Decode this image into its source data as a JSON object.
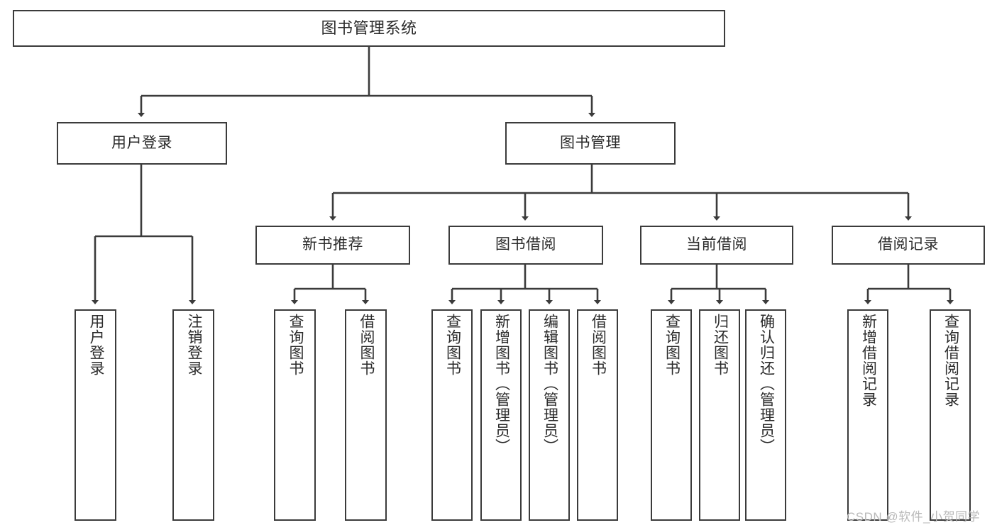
{
  "diagram": {
    "title": "图书管理系统",
    "type": "tree-hierarchy-chart",
    "root": {
      "label": "图书管理系统"
    },
    "level2": [
      {
        "label": "用户登录"
      },
      {
        "label": "图书管理"
      }
    ],
    "level3": [
      {
        "label": "新书推荐"
      },
      {
        "label": "图书借阅"
      },
      {
        "label": "当前借阅"
      },
      {
        "label": "借阅记录"
      }
    ],
    "leaves": {
      "user_login": [
        {
          "label": "用户登录"
        },
        {
          "label": "注销登录"
        }
      ],
      "new_book_recommend": [
        {
          "label": "查询图书"
        },
        {
          "label": "借阅图书"
        }
      ],
      "book_borrow": [
        {
          "label": "查询图书"
        },
        {
          "label": "新增图书（管理员）"
        },
        {
          "label": "编辑图书（管理员）"
        },
        {
          "label": "借阅图书"
        }
      ],
      "current_borrow": [
        {
          "label": "查询图书"
        },
        {
          "label": "归还图书"
        },
        {
          "label": "确认归还（管理员）"
        }
      ],
      "borrow_record": [
        {
          "label": "新增借阅记录"
        },
        {
          "label": "查询借阅记录"
        }
      ]
    }
  },
  "watermark": {
    "text": "CSDN @软件_小贺同学"
  },
  "colors": {
    "stroke": "#3b3b3b",
    "background": "#ffffff",
    "text": "#2b2b2b",
    "watermark": "#b9b9b9"
  }
}
